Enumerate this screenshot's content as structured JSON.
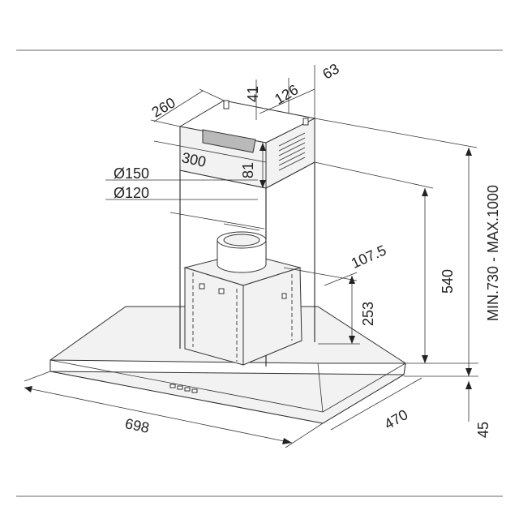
{
  "dimensions": {
    "box_depth": "260",
    "box_width": "300",
    "vent_offset": "41",
    "vent_width": "126",
    "box_side": "63",
    "box_height": "81",
    "outlet_outer": "Ø150",
    "outlet_inner": "Ø120",
    "outlet_depth": "107.5",
    "chimney_height": "540",
    "motor_height": "253",
    "total_height": "MIN.730 - MAX.1000",
    "canopy_width": "698",
    "canopy_depth": "470",
    "canopy_thickness": "45"
  },
  "colors": {
    "line": "#222222",
    "steel": "#f2f2f2",
    "grille": "#b9b9b9"
  }
}
